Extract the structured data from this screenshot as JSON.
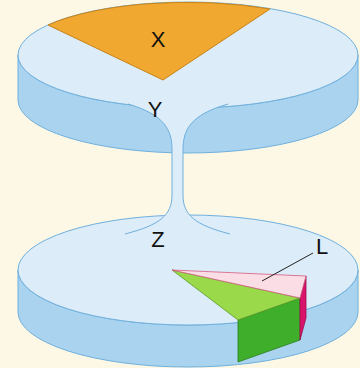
{
  "diagram": {
    "nodes": [
      {
        "text": [
          "Y"
        ]
      },
      {
        "text": [
          "X"
        ],
        "in": 0
      },
      {
        "text": [
          "Z"
        ]
      }
    ],
    "labels": [
      "L"
    ]
  }
}
